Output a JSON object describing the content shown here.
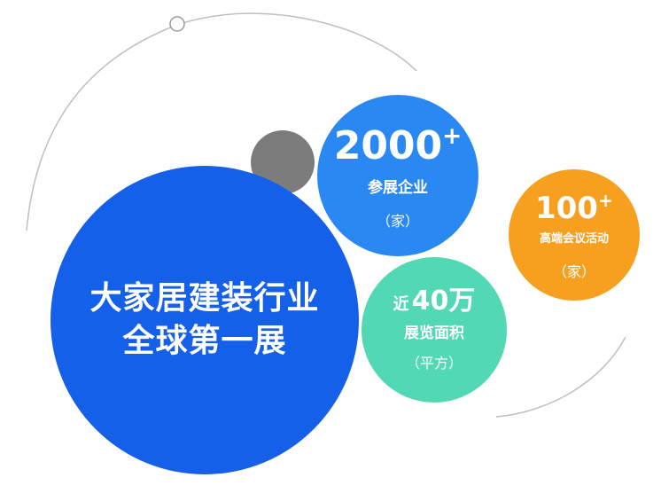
{
  "main": {
    "line1": "大家居建装行业",
    "line2": "全球第一展"
  },
  "exhibitors": {
    "value": "2000",
    "plus": "+",
    "label": "参展企业",
    "unit": "（家）"
  },
  "area": {
    "prefix": "近",
    "value": "40万",
    "label": "展览面积",
    "unit": "（平方）"
  },
  "events": {
    "value": "100",
    "plus": "+",
    "label": "高端会议活动",
    "unit": "（家）"
  },
  "colors": {
    "main_blue": "#1560e8",
    "light_blue": "#2a88f2",
    "teal": "#52d8b4",
    "orange": "#f7a01f",
    "grey": "#7c7c7c"
  }
}
